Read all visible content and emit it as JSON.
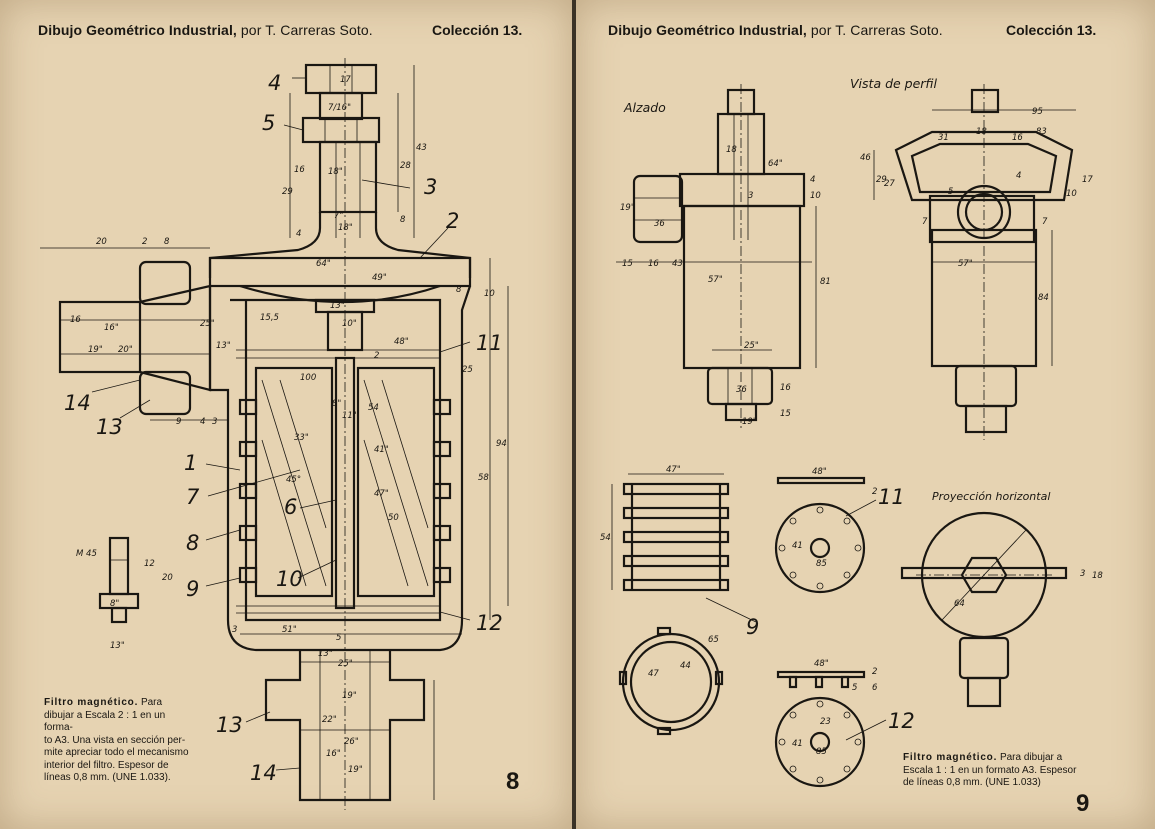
{
  "left": {
    "header_title": "Dibujo Geométrico Industrial,",
    "header_author": "por T. Carreras Soto.",
    "header_collection": "Colección 13.",
    "page_number": "8",
    "caption_title": "Filtro magnético.",
    "caption_lines": [
      "Para",
      "dibujar a Escala 2 : 1 en un forma-",
      "to A3. Una vista en sección per-",
      "mite apreciar todo el mecanismo",
      "interior del filtro. Espesor de",
      "líneas 0,8 mm. (UNE 1.033)."
    ],
    "callouts": [
      "4",
      "5",
      "3",
      "2",
      "11",
      "14",
      "13",
      "1",
      "7",
      "6",
      "8",
      "9",
      "10",
      "12",
      "13",
      "14"
    ],
    "dims": [
      "17",
      "7/16\"",
      "18\"",
      "7\"",
      "18\"",
      "16",
      "29",
      "43",
      "28",
      "8",
      "4",
      "20",
      "2",
      "8",
      "64\"",
      "49\"",
      "10",
      "8",
      "13\"",
      "10\"",
      "48\"",
      "16",
      "16\"",
      "19\"",
      "20\"",
      "25\"",
      "13\"",
      "15,5",
      "2",
      "9",
      "4",
      "3",
      "33\"",
      "8\"",
      "11\"",
      "54",
      "41\"",
      "45°",
      "47\"",
      "50",
      "94",
      "58",
      "100",
      "25",
      "M 45",
      "8\"",
      "12",
      "20",
      "13\"",
      "51\"",
      "5",
      "3",
      "13\"",
      "25\"",
      "19\"",
      "22\"",
      "26\"",
      "16\"",
      "19\""
    ]
  },
  "right": {
    "header_title": "Dibujo Geométrico Industrial,",
    "header_author": "por T. Carreras Soto.",
    "header_collection": "Colección 13.",
    "page_number": "9",
    "view_alzado": "Alzado",
    "view_perfil": "Vista de perfil",
    "view_proyeccion": "Proyección horizontal",
    "caption_title": "Filtro magnético.",
    "caption_lines": [
      "Para dibujar a",
      "Escala 1 : 1 en un formato A3. Espesor",
      "de líneas 0,8 mm. (UNE 1.033)"
    ],
    "callouts": [
      "11",
      "9",
      "12"
    ],
    "dims": [
      "18",
      "64\"",
      "3",
      "10",
      "4",
      "19\"",
      "36",
      "15",
      "16",
      "43",
      "57\"",
      "81",
      "25\"",
      "36",
      "16",
      "15",
      "19\"",
      "95",
      "31",
      "18",
      "16",
      "83",
      "46",
      "29",
      "27",
      "4",
      "5",
      "10",
      "17",
      "7",
      "7",
      "57\"",
      "84",
      "47\"",
      "54",
      "48\"",
      "2",
      "41",
      "85",
      "64",
      "3",
      "18",
      "47",
      "44",
      "65",
      "48\"",
      "5",
      "2",
      "6",
      "23",
      "41",
      "85"
    ]
  }
}
